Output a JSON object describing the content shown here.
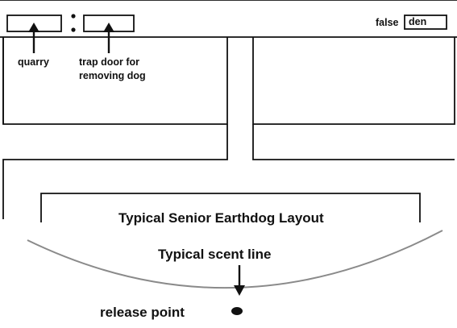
{
  "colors": {
    "line": "#111111",
    "scent_line": "#8a8a8a",
    "background": "#ffffff"
  },
  "labels": {
    "quarry": "quarry",
    "trap_door_line1": "trap door for",
    "trap_door_line2": "removing dog",
    "false_den": "false",
    "false_den_box": "den",
    "layout_title": "Typical Senior Earthdog Layout",
    "scent_line": "Typical scent line",
    "release_point": "release point"
  },
  "icons": {
    "colon": "colon-separator",
    "arrow": "arrow-up-icon",
    "arrow_down": "arrow-down-icon",
    "release": "release-point-dot"
  }
}
